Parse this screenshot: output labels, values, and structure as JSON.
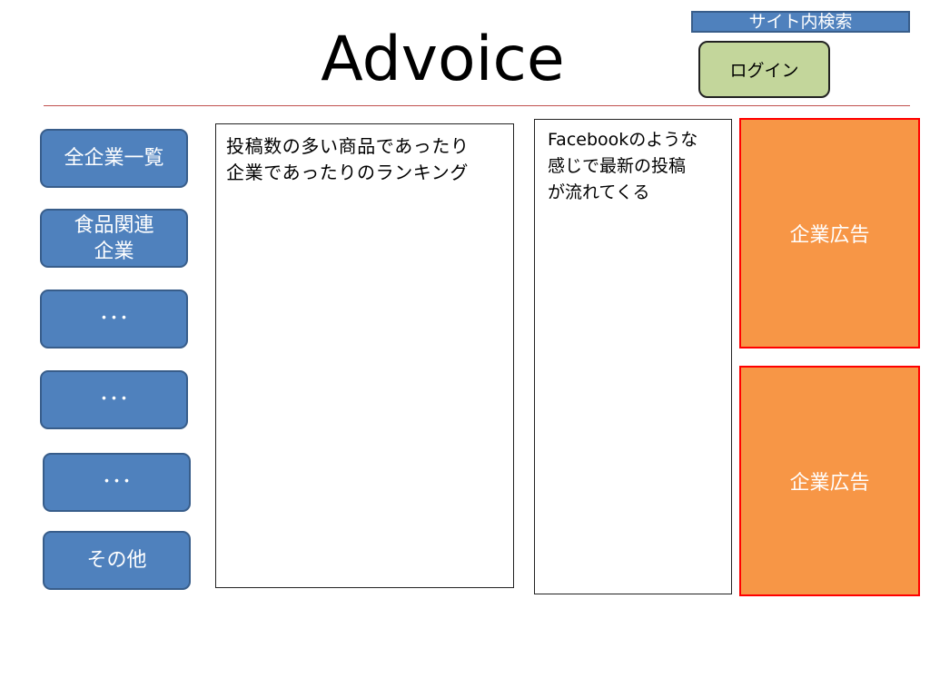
{
  "header": {
    "title": "Advoice",
    "search_label": "サイト内検索",
    "login_label": "ログイン"
  },
  "sidebar": {
    "items": [
      {
        "label": "全企業一覧"
      },
      {
        "label": "食品関連\n企業"
      },
      {
        "label": "･･･"
      },
      {
        "label": "･･･"
      },
      {
        "label": "･･･"
      },
      {
        "label": "その他"
      }
    ]
  },
  "main": {
    "ranking_text": "投稿数の多い商品であったり\n企業であったりのランキング",
    "feed_text": "Facebookのような\n感じで最新の投稿\nが流れてくる"
  },
  "ads": [
    {
      "label": "企業広告"
    },
    {
      "label": "企業広告"
    }
  ],
  "colors": {
    "nav_fill": "#4f81bd",
    "nav_border": "#385d8a",
    "login_fill": "#c3d69b",
    "ad_fill": "#f79646",
    "ad_border": "#ff0000",
    "rule": "#c0504d"
  }
}
